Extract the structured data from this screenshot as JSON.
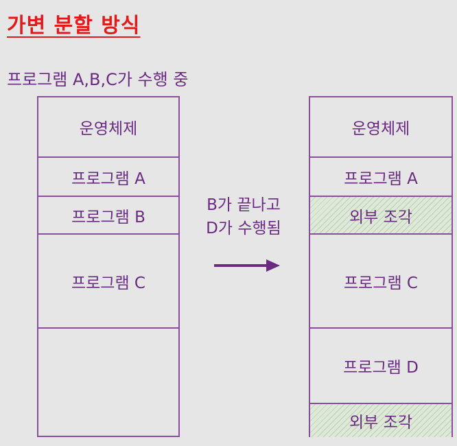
{
  "title": "가변 분할 방식",
  "subtitle": "프로그램 A,B,C가 수행 중",
  "left_memory": {
    "blocks": [
      {
        "label": "운영체제"
      },
      {
        "label": "프로그램 A"
      },
      {
        "label": "프로그램 B"
      },
      {
        "label": "프로그램 C"
      },
      {
        "label": ""
      }
    ]
  },
  "transition": {
    "line1": "B가 끝나고",
    "line2": "D가 수행됨",
    "arrow_icon": "right-arrow-icon"
  },
  "right_memory": {
    "blocks": [
      {
        "label": "운영체제"
      },
      {
        "label": "프로그램 A"
      },
      {
        "label": "외부 조각"
      },
      {
        "label": "프로그램 C"
      },
      {
        "label": "프로그램 D"
      },
      {
        "label": "외부 조각"
      }
    ]
  },
  "colors": {
    "title": "#e21a1a",
    "text": "#6a2a82",
    "border": "#8a4c9c",
    "hole_fill": "#dfe9d9"
  }
}
